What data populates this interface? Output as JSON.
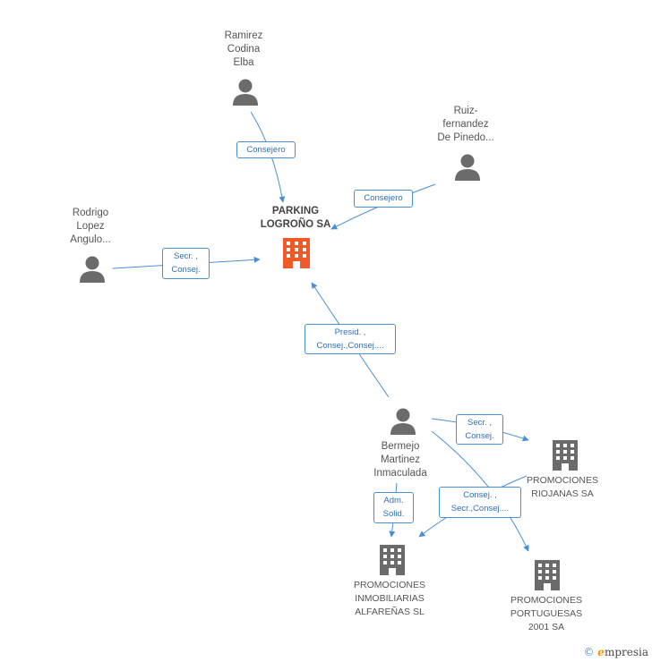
{
  "central_company": {
    "name_lines": [
      "PARKING",
      "LOGROÑO SA"
    ],
    "color": "#f05a28"
  },
  "persons": [
    {
      "id": "ramirez",
      "name_lines": [
        "Ramirez",
        "Codina",
        "Elba"
      ]
    },
    {
      "id": "ruiz",
      "name_lines": [
        "Ruiz-",
        "fernandez",
        "De Pinedo..."
      ]
    },
    {
      "id": "rodrigo",
      "name_lines": [
        "Rodrigo",
        "Lopez",
        "Angulo..."
      ]
    },
    {
      "id": "bermejo",
      "name_lines": [
        "Bermejo",
        "Martinez",
        "Inmaculada"
      ]
    }
  ],
  "companies": [
    {
      "id": "riojanas",
      "name_lines": [
        "PROMOCIONES",
        "RIOJANAS SA"
      ]
    },
    {
      "id": "alfarenas",
      "name_lines": [
        "PROMOCIONES",
        "INMOBILIARIAS",
        "ALFAREÑAS SL"
      ]
    },
    {
      "id": "portuguesas",
      "name_lines": [
        "PROMOCIONES",
        "PORTUGUESAS",
        "2001 SA"
      ]
    }
  ],
  "relations": [
    {
      "id": "ramirez",
      "lines": [
        "Consejero"
      ]
    },
    {
      "id": "ruiz",
      "lines": [
        "Consejero"
      ]
    },
    {
      "id": "rodrigo",
      "lines": [
        "Secr. ,",
        "Consej."
      ]
    },
    {
      "id": "bermejo-central",
      "lines": [
        "Presid. ,",
        "Consej.,Consej...."
      ]
    },
    {
      "id": "bermejo-riojanas",
      "lines": [
        "Secr. ,",
        "Consej."
      ]
    },
    {
      "id": "bermejo-alfarenas",
      "lines": [
        "Adm.",
        "Solid."
      ]
    },
    {
      "id": "bermejo-multi",
      "lines": [
        "Consej. ,",
        "Secr.,Consej...."
      ]
    }
  ],
  "colors": {
    "person": "#6b6b6b",
    "company": "#6b6b6b",
    "edge": "#4a8fd6"
  },
  "watermark": {
    "copyright": "©",
    "brand_initial": "e",
    "brand_rest": "mpresia"
  }
}
